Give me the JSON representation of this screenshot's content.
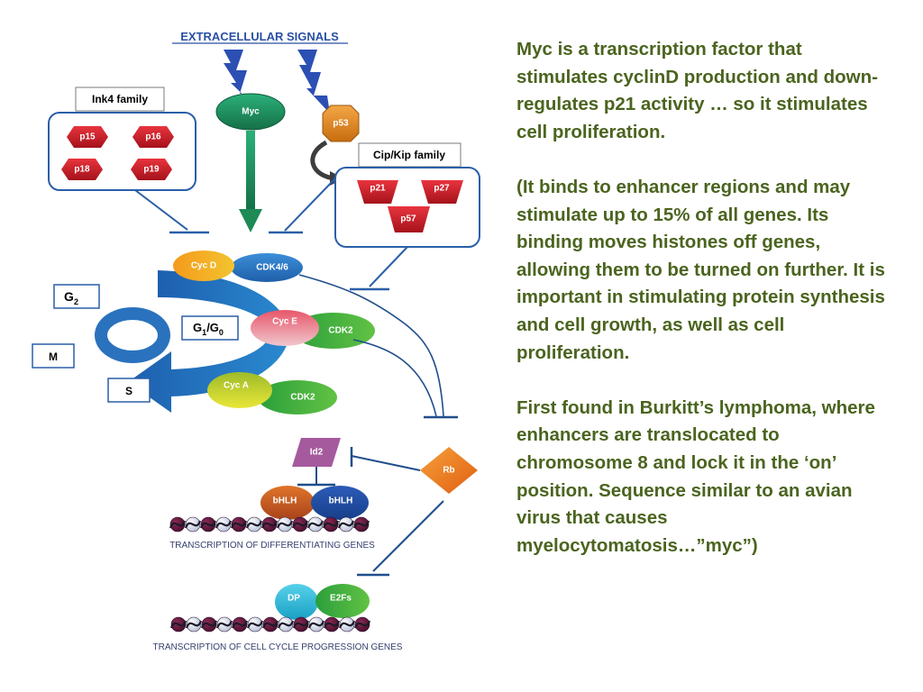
{
  "diagram": {
    "extracellular_title": "EXTRACELLULAR SIGNALS",
    "ink4": {
      "title": "Ink4 family",
      "members": [
        "p15",
        "p16",
        "p18",
        "p19"
      ]
    },
    "myc": "Myc",
    "p53": "p53",
    "cipkip": {
      "title": "Cip/Kip family",
      "members": [
        "p21",
        "p27",
        "p57"
      ]
    },
    "cycd": "Cyc D",
    "cdk46": "CDK4/6",
    "cyce": "Cyc E",
    "cdk2_e": "CDK2",
    "cyca": "Cyc A",
    "cdk2_a": "CDK2",
    "phases": {
      "g2": "G",
      "g2_sub": "2",
      "g1": "G",
      "g1_sub": "1",
      "g1_sep": "/G",
      "g0_sub": "0",
      "m": "M",
      "s": "S"
    },
    "id2": "Id2",
    "rb": "Rb",
    "bhlh1": "bHLH",
    "bhlh2": "bHLH",
    "dp": "DP",
    "e2fs": "E2Fs",
    "caption_diff": "TRANSCRIPTION OF DIFFERENTIATING GENES",
    "caption_cycle": "TRANSCRIPTION OF CELL CYCLE PROGRESSION GENES"
  },
  "text": {
    "para1": "Myc is a transcription factor that stimulates cyclinD production and down-regulates p21 activity … so it stimulates cell proliferation.",
    "para2": "(It binds to enhancer regions and may stimulate up to 15% of all genes.  Its binding moves histones off genes, allowing them to be turned on further.  It is important in stimulating protein synthesis and cell growth, as well as cell proliferation.",
    "para3": "First found in Burkitt’s lymphoma, where enhancers are translocated to chromosome 8 and lock it in the ‘on’ position.  Sequence similar to an avian virus that causes myelocytomatosis…”myc”)"
  },
  "colors": {
    "text_green": "#4b641f",
    "title_blue": "#2a4fa5",
    "line_blue": "#1f4e8c",
    "cycle_blue": "#2a6eb8",
    "myc_green": "#1b8a5a",
    "inhibitor_red": "#c8202a",
    "p53_orange": "#e2871f",
    "rb_orange": "#f07a1c",
    "id2_violet": "#a55a9e"
  }
}
